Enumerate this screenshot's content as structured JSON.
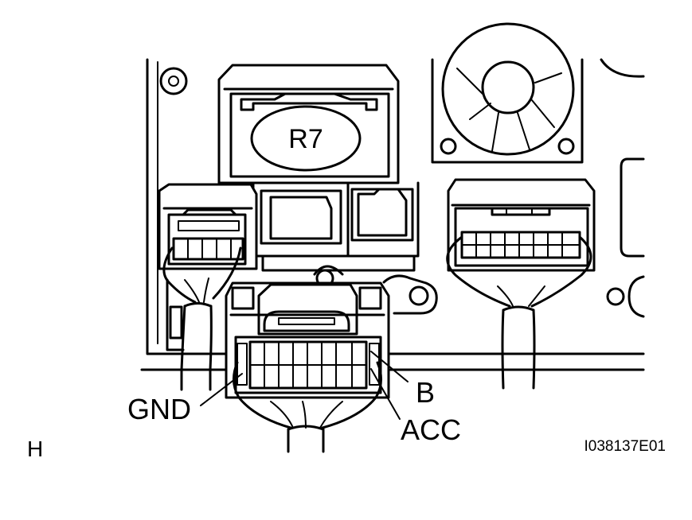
{
  "labels": {
    "relay": "R7",
    "gnd": "GND",
    "b": "B",
    "acc": "ACC",
    "view": "H",
    "figure_id": "I038137E01"
  }
}
